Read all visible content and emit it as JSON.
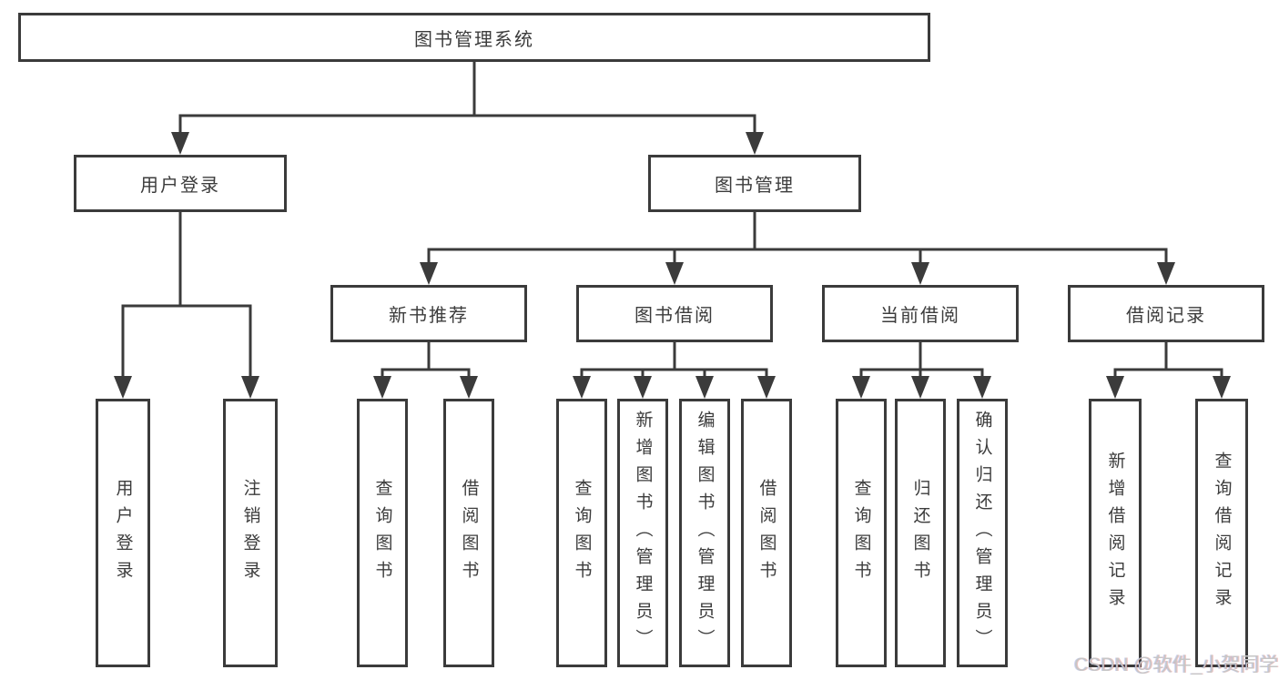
{
  "diagram_title": "图书管理系统",
  "nodes": {
    "root": {
      "label": "图书管理系统"
    },
    "user_login": {
      "label": "用户登录",
      "children": [
        {
          "label": "用户登录"
        },
        {
          "label": "注销登录"
        }
      ]
    },
    "book_mgmt": {
      "label": "图书管理",
      "children": [
        {
          "label": "新书推荐",
          "children": [
            {
              "label": "查询图书"
            },
            {
              "label": "借阅图书"
            }
          ]
        },
        {
          "label": "图书借阅",
          "children": [
            {
              "label": "查询图书"
            },
            {
              "label": "新增图书（管理员）"
            },
            {
              "label": "编辑图书（管理员）"
            },
            {
              "label": "借阅图书"
            }
          ]
        },
        {
          "label": "当前借阅",
          "children": [
            {
              "label": "查询图书"
            },
            {
              "label": "归还图书"
            },
            {
              "label": "确认归还（管理员）"
            }
          ]
        },
        {
          "label": "借阅记录",
          "children": [
            {
              "label": "新增借阅记录"
            },
            {
              "label": "查询借阅记录"
            }
          ]
        }
      ]
    }
  },
  "watermark": {
    "text": "CSDN @软件_小贺同学"
  },
  "colors": {
    "line": "#3b3b3b",
    "box_border": "#3b3b3b",
    "box_bg": "#ffffff",
    "text": "#3c3c3c",
    "watermark": "#c6c6c6"
  }
}
